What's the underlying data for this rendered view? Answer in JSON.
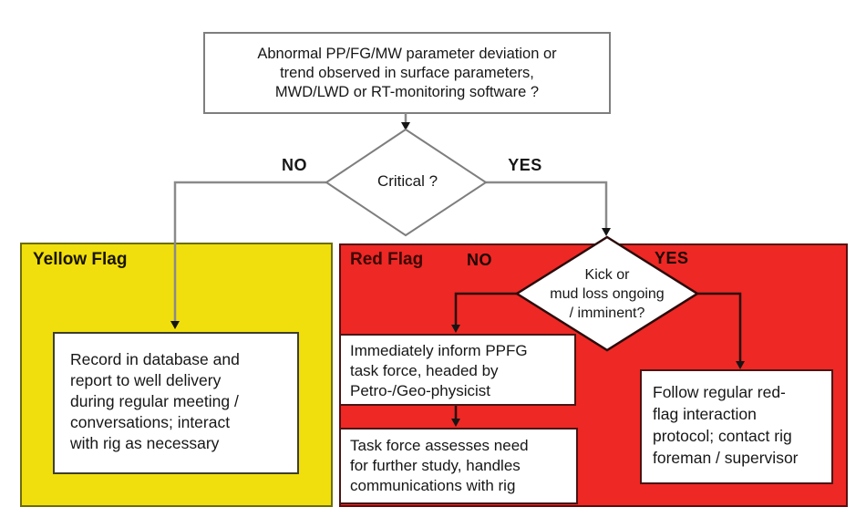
{
  "colors": {
    "yellow": "#f0df0c",
    "yellow_border": "#6d6d08",
    "red": "#ee2824",
    "red_border": "#5a0d0d",
    "gray_line": "#8a8a8a",
    "dark_line": "#2b0b0b",
    "arrow": "#151515"
  },
  "start": {
    "text": "Abnormal PP/FG/MW parameter deviation or\ntrend observed in surface parameters,\nMWD/LWD or RT-monitoring software ?"
  },
  "decision_critical": {
    "label": "Critical ?",
    "no_label": "NO",
    "yes_label": "YES"
  },
  "yellow_flag": {
    "title": "Yellow Flag",
    "record_box": "Record in database and\nreport to well delivery\nduring regular meeting /\nconversations; interact\nwith rig as necessary"
  },
  "red_flag": {
    "title": "Red Flag",
    "no_label": "NO",
    "yes_label": "YES",
    "decision_kick": "Kick or\nmud loss ongoing\n/ imminent?",
    "inform_box": "Immediately inform PPFG\ntask force, headed by\nPetro-/Geo-physicist",
    "task_box": "Task force assesses need\nfor further study, handles\ncommunications with rig",
    "follow_box": "Follow regular red-\nflag interaction\nprotocol; contact rig\nforeman / supervisor"
  }
}
